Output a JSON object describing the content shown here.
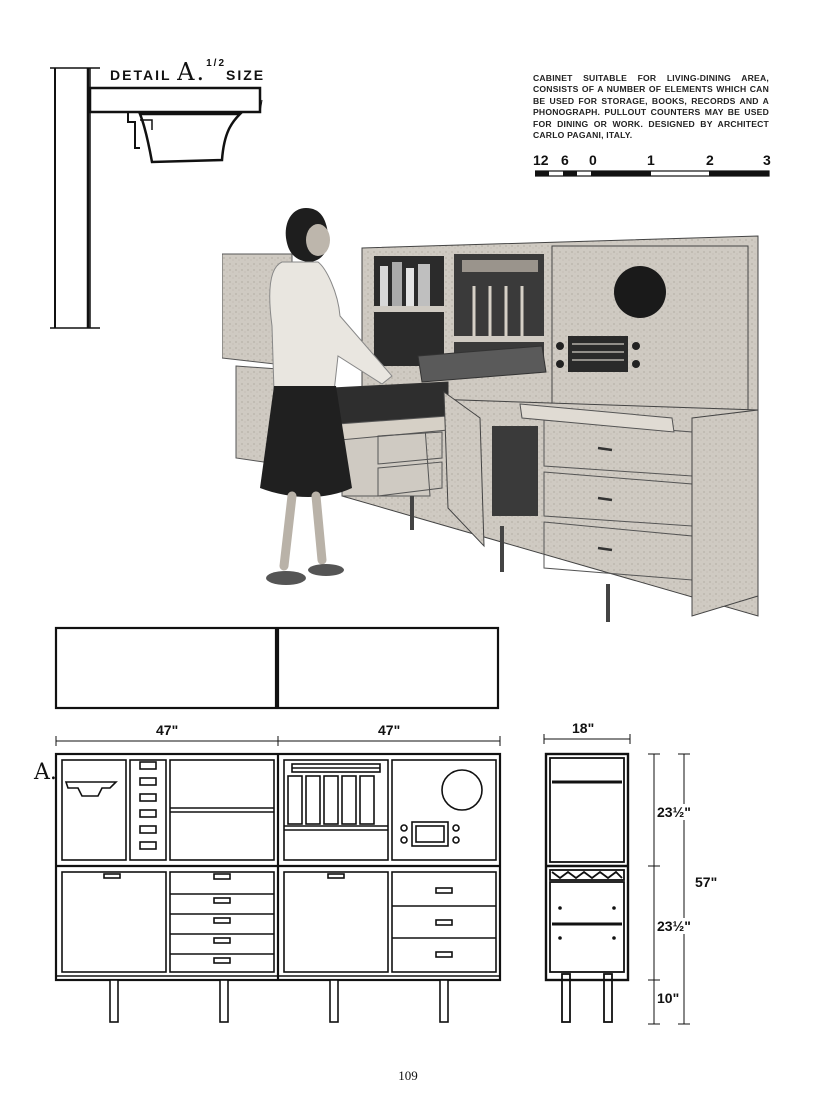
{
  "detail": {
    "prefix": "DETAIL",
    "letter": "A.",
    "fraction": "1/2",
    "suffix": "SIZE"
  },
  "caption": "Cabinet suitable for living-dining area, consists of a number of elements which can be used for storage, books, records and a phonograph. Pullout counters may be used for dining or work. Designed by architect Carlo Pagani, Italy.",
  "scale": {
    "labels": [
      "12",
      "6",
      "0",
      "1",
      "2",
      "3"
    ]
  },
  "elevation": {
    "label": "A.",
    "width_left": "47\"",
    "width_right": "47\""
  },
  "section": {
    "depth": "18\"",
    "upper_height": "23½\"",
    "lower_height": "23½\"",
    "leg_height": "10\"",
    "total_height": "57\""
  },
  "page_number": "109",
  "colors": {
    "ink": "#111111",
    "paper": "#ffffff",
    "wood": "#cfcac2",
    "shadow": "#3a3a3a"
  }
}
